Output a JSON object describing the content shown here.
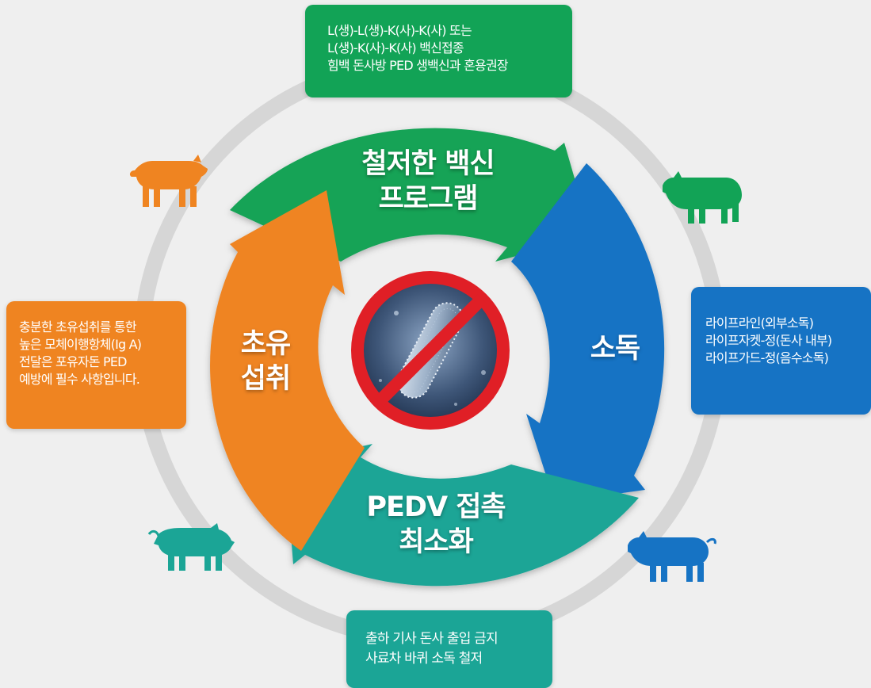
{
  "diagram": {
    "segments": {
      "vaccine": {
        "lines": [
          "철저한 백신",
          "프로그램"
        ],
        "color": "#12a356"
      },
      "disinfection": {
        "lines": [
          "소독"
        ],
        "color": "#1673c4"
      },
      "pedv": {
        "lines": [
          "PEDV 접촉",
          "최소화"
        ],
        "color": "#1ba596"
      },
      "colostrum": {
        "lines": [
          "초유",
          "섭취"
        ],
        "color": "#ef8421"
      }
    },
    "boxes": {
      "top": {
        "lines": [
          "L(생)-L(생)-K(사)-K(사) 또는",
          "L(생)-K(사)-K(사) 백신접종",
          "힘백 돈사방 PED 생백신과 혼용권장"
        ],
        "color": "#12a356"
      },
      "right": {
        "lines": [
          "라이프라인(외부소독)",
          "라이프자켓-정(돈사 내부)",
          "라이프가드-정(음수소독)"
        ],
        "color": "#1673c4"
      },
      "bottom": {
        "lines": [
          "출하 기사 돈사 출입 금지",
          "사료차 바퀴 소독 철저"
        ],
        "color": "#1ba596"
      },
      "left": {
        "lines": [
          "충분한 초유섭취를 통한",
          "높은 모체이행항체(Ig A)",
          "전달은 포유자돈 PED",
          "예방에 필수 사항입니다."
        ],
        "color": "#ef8421"
      }
    },
    "ring_color": "#d6d6d6",
    "pig_icons": [
      {
        "name": "pig-icon-top-left",
        "color": "#ef8421"
      },
      {
        "name": "pig-icon-top-right",
        "color": "#12a356"
      },
      {
        "name": "pig-icon-bottom-left",
        "color": "#1ba596"
      },
      {
        "name": "pig-icon-bottom-right",
        "color": "#1673c4"
      }
    ],
    "center_icon": {
      "name": "no-virus-icon",
      "sign_color": "#e01f26"
    }
  }
}
